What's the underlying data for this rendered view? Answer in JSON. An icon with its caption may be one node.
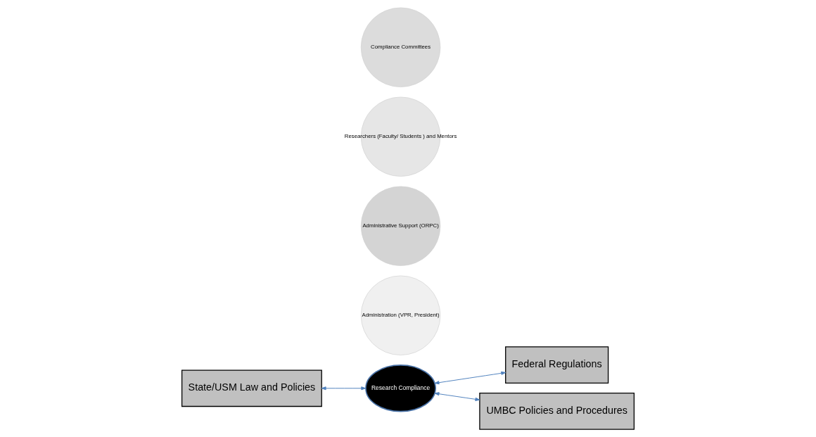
{
  "diagram": {
    "nodes": [
      {
        "text": [
          "Federal Regulations"
        ]
      },
      {
        "text": [
          "Administration (VPR, President)"
        ]
      },
      {
        "text": [
          "State/USM Law and Policies"
        ]
      },
      {
        "text": [
          "Research Compliance"
        ]
      },
      {
        "text": [
          "Administrative Support (ORPC)"
        ]
      },
      {
        "text": [
          "Researchers (Faculty/ Students ) and Mentors"
        ]
      },
      {
        "text": [
          "UMBC Policies and Procedures"
        ]
      },
      {
        "text": [
          "Compliance Committees"
        ]
      }
    ],
    "edges": [
      {
        "from": 2,
        "to": 3,
        "arrow": "both"
      },
      {
        "from": 3,
        "to": 0,
        "arrow": "both"
      },
      {
        "from": 3,
        "to": 6,
        "arrow": "both"
      }
    ]
  }
}
